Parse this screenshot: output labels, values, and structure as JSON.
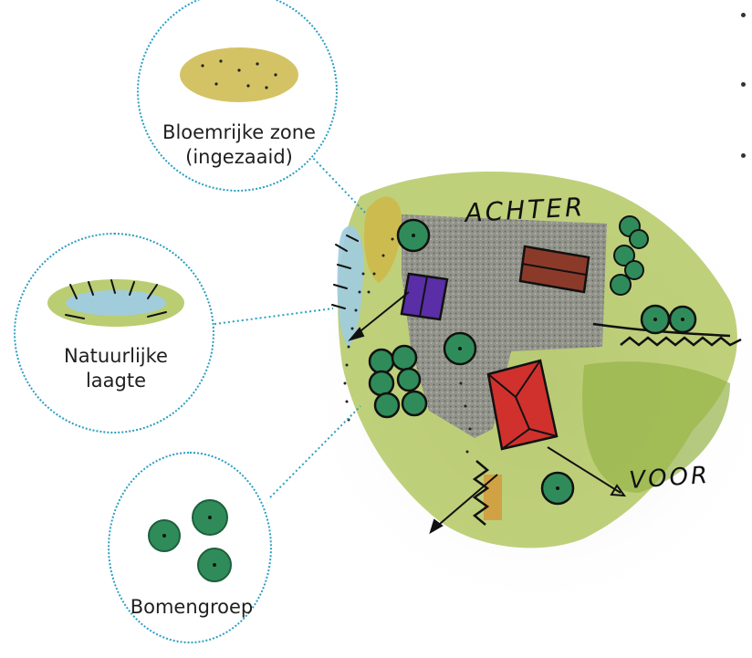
{
  "callouts": {
    "flower_zone": {
      "line1": "Bloemrijke zone",
      "line2": "(ingezaaid)"
    },
    "natural_hollow": {
      "line1": "Natuurlijke",
      "line2": "laagte"
    },
    "tree_group": {
      "line1": "Bomengroep"
    }
  },
  "sketch": {
    "back_label": "ACHTER",
    "front_label": "VOOR"
  },
  "colors": {
    "callout_border": "#2a9fc2",
    "grass": "#a9c04f",
    "meadow": "#cdb94a",
    "water": "#9fcbe0",
    "paving": "#9a9a9a",
    "tree": "#2f8c5a",
    "house": "#d0312d",
    "shed": "#8b3a2a",
    "purple_box": "#5a2ea6"
  }
}
